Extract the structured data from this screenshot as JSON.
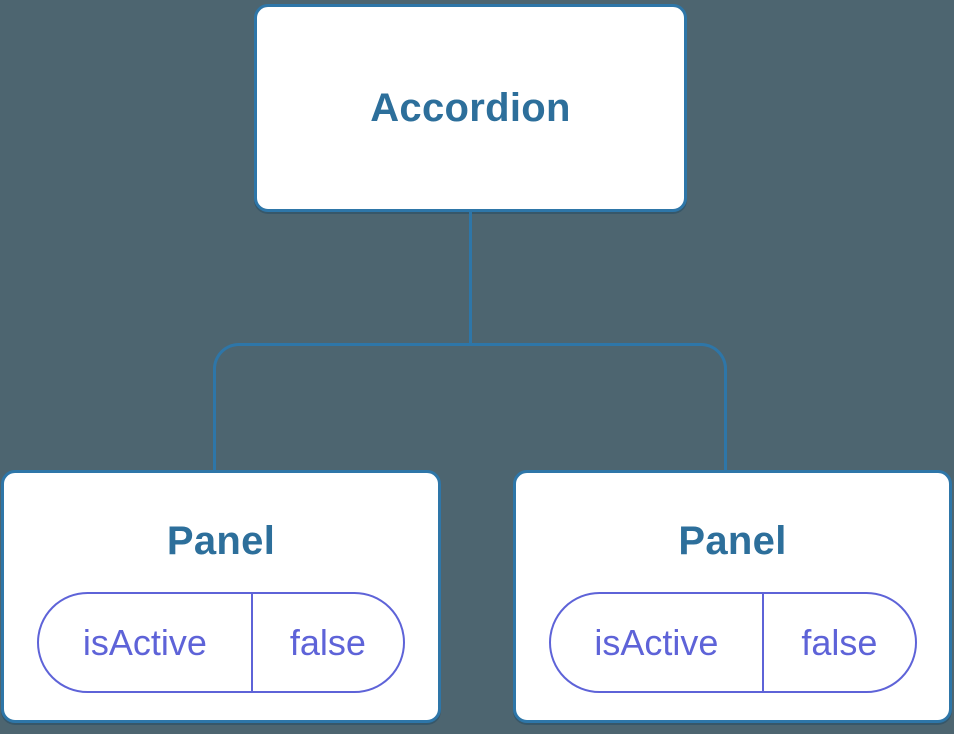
{
  "tree": {
    "root": {
      "label": "Accordion"
    },
    "children": [
      {
        "label": "Panel",
        "state": [
          {
            "key": "isActive",
            "value": "false"
          }
        ]
      },
      {
        "label": "Panel",
        "state": [
          {
            "key": "isActive",
            "value": "false"
          }
        ]
      }
    ]
  },
  "colors": {
    "background": "#4d6570",
    "node_background": "#ffffff",
    "node_border": "#2e76a8",
    "node_label": "#2d6f9b",
    "state_accent": "#5e63d8"
  }
}
